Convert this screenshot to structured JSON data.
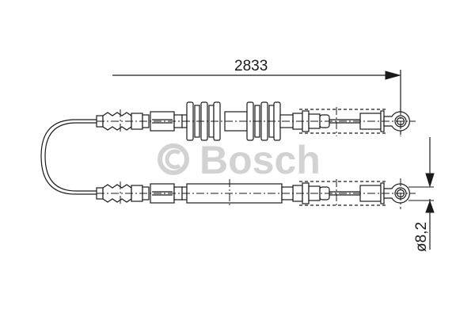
{
  "drawing": {
    "type": "brake cable technical drawing",
    "length_dimension": "2833",
    "diameter_dimension": "ø8,2",
    "watermark": "© Bosch",
    "line_color": "#1a1a1a",
    "watermark_color": "#d2d2d2"
  }
}
